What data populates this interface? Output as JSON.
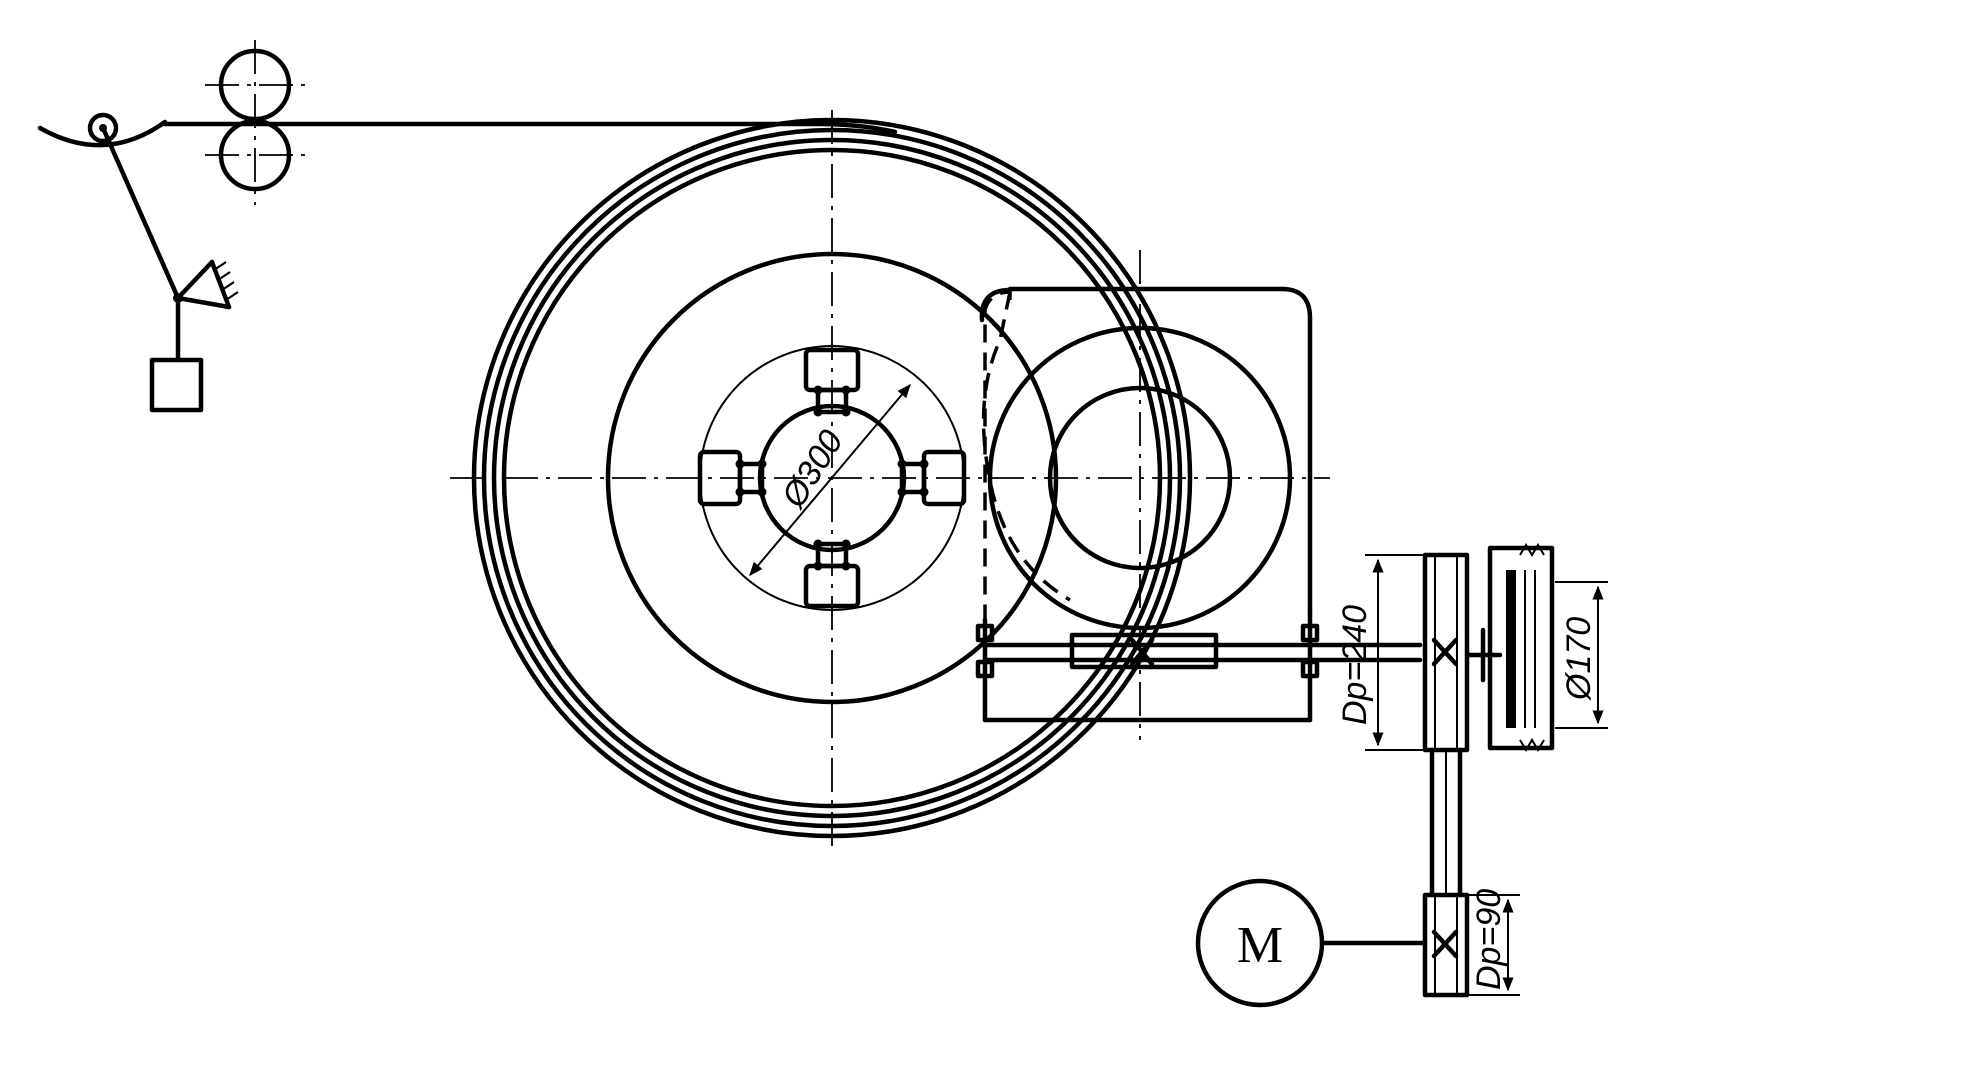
{
  "labels": {
    "bore_diameter": "Ø300",
    "brake_diameter": "Ø170",
    "large_pulley_diameter": "Dp=240",
    "small_pulley_diameter": "Dp=90",
    "motor": "M"
  }
}
